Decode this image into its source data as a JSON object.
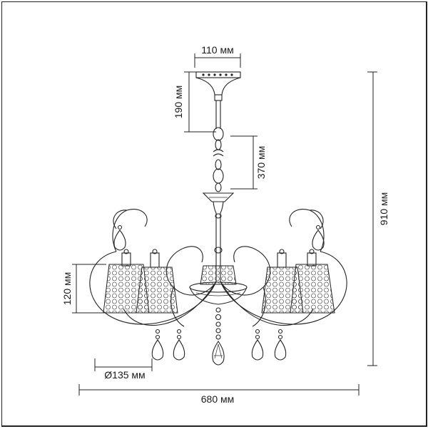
{
  "dimensions": {
    "canopy_width": "110 мм",
    "canopy_height": "190 мм",
    "chain_length": "370 мм",
    "total_height": "910 мм",
    "shade_height": "120 мм",
    "shade_diameter": "Ø135 мм",
    "total_width": "680 мм"
  }
}
